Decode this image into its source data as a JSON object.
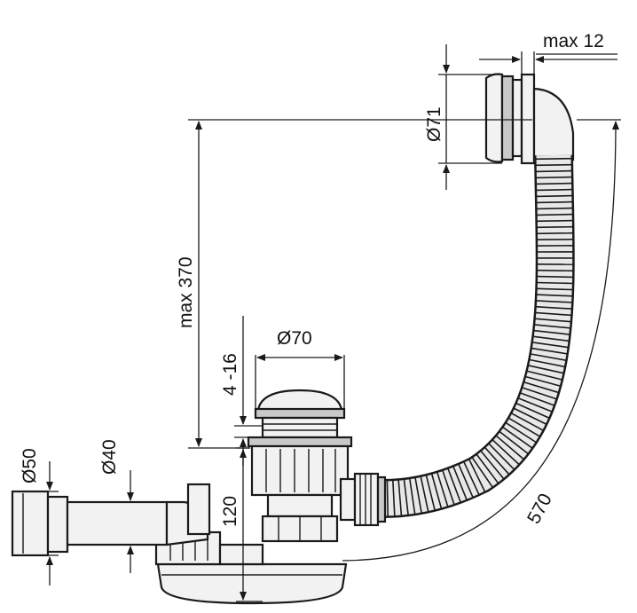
{
  "labels": {
    "max12": "max 12",
    "d71": "Ø71",
    "max370": "max 370",
    "d70": "Ø70",
    "h4_16": "4 -16",
    "d50": "Ø50",
    "d40": "Ø40",
    "h120": "120",
    "l570": "570"
  },
  "colors": {
    "ink": "#1a1a1a",
    "part_fill": "#f2f2f2",
    "part_shade": "#c9c9c9",
    "background": "#ffffff"
  }
}
